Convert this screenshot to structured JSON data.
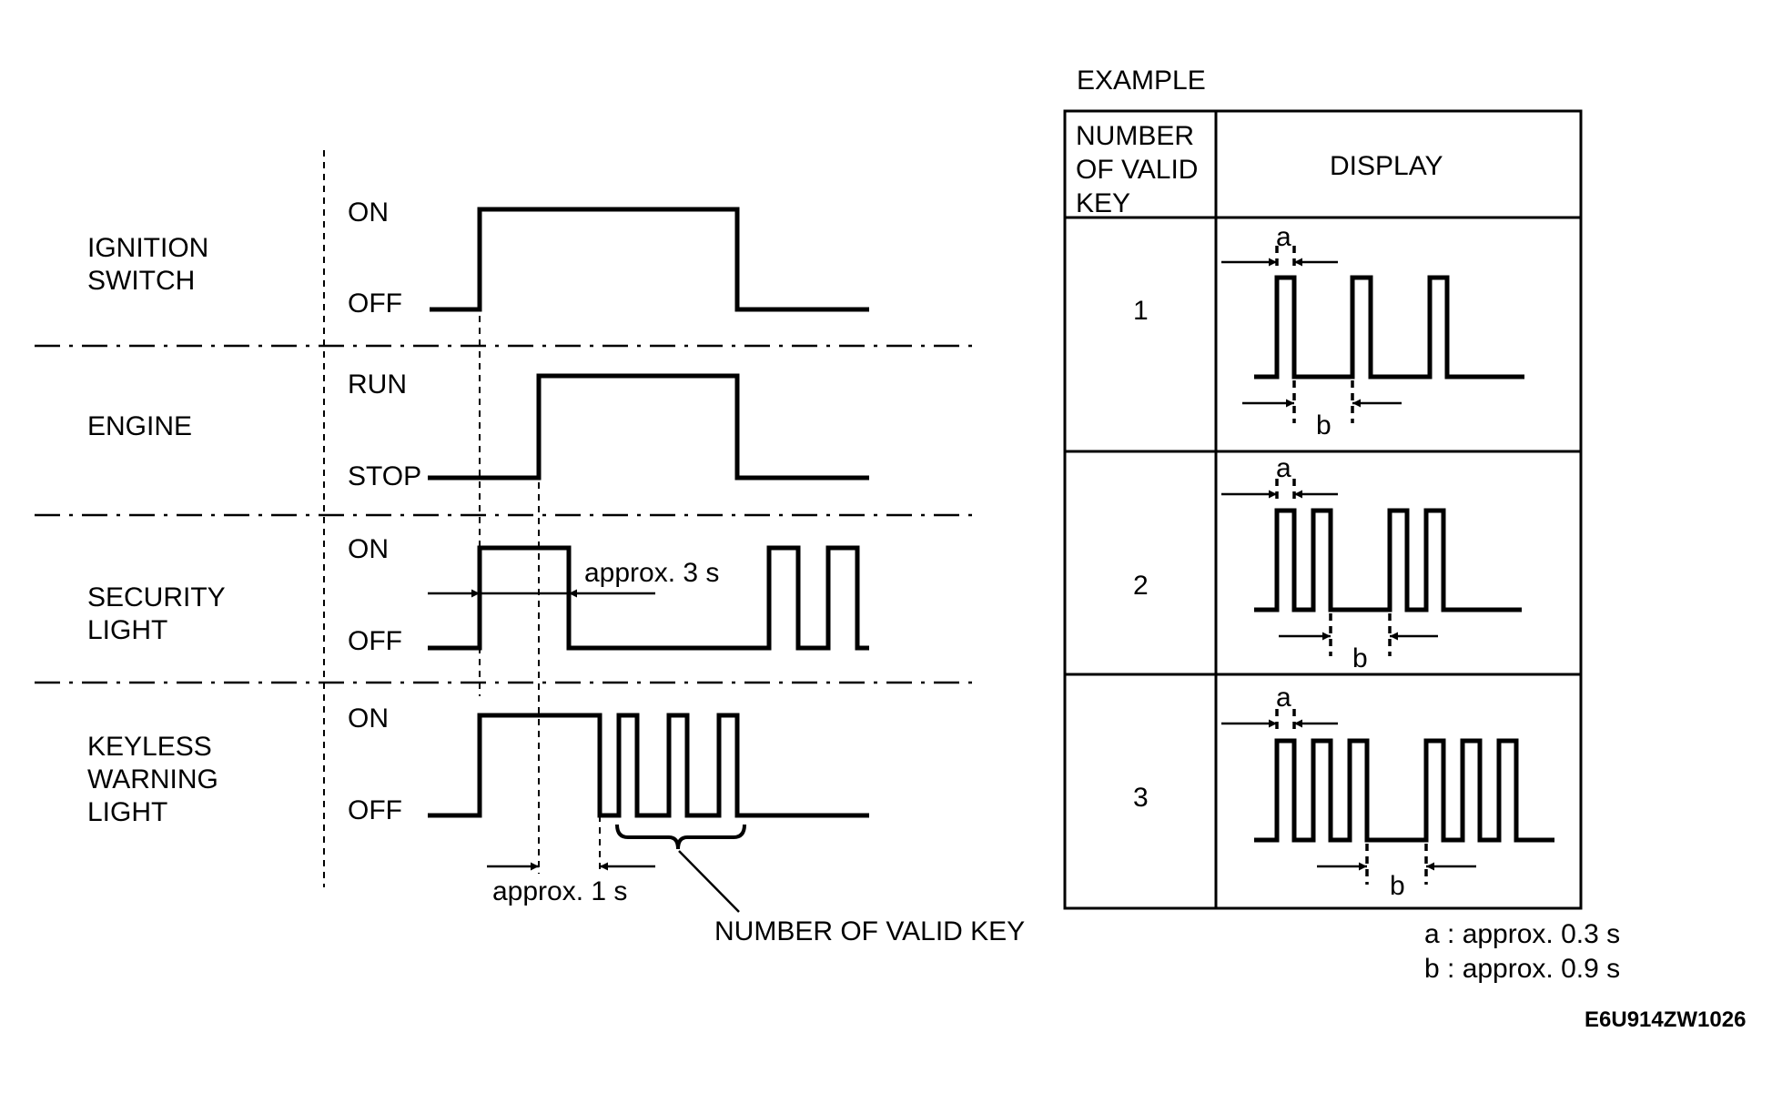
{
  "timing": {
    "rows": [
      {
        "lines": [
          "IGNITION",
          "SWITCH"
        ],
        "high": "ON",
        "low": "OFF"
      },
      {
        "lines": [
          "ENGINE"
        ],
        "high": "RUN",
        "low": "STOP"
      },
      {
        "lines": [
          "SECURITY",
          "LIGHT"
        ],
        "high": "ON",
        "low": "OFF"
      },
      {
        "lines": [
          "KEYLESS",
          "WARNING",
          "LIGHT"
        ],
        "high": "ON",
        "low": "OFF"
      }
    ],
    "approx_3s": "approx. 3 s",
    "approx_1s": "approx. 1 s",
    "valid_key_callout": "NUMBER OF VALID KEY"
  },
  "example": {
    "title": "EXAMPLE",
    "header_col1": [
      "NUMBER",
      "OF VALID",
      "KEY"
    ],
    "header_col2": "DISPLAY",
    "rows": [
      {
        "count": "1",
        "a": "a",
        "b": "b"
      },
      {
        "count": "2",
        "a": "a",
        "b": "b"
      },
      {
        "count": "3",
        "a": "a",
        "b": "b"
      }
    ]
  },
  "legend": {
    "a": "a : approx. 0.3 s",
    "b": "b : approx. 0.9 s"
  },
  "figure_code": "E6U914ZW1026"
}
